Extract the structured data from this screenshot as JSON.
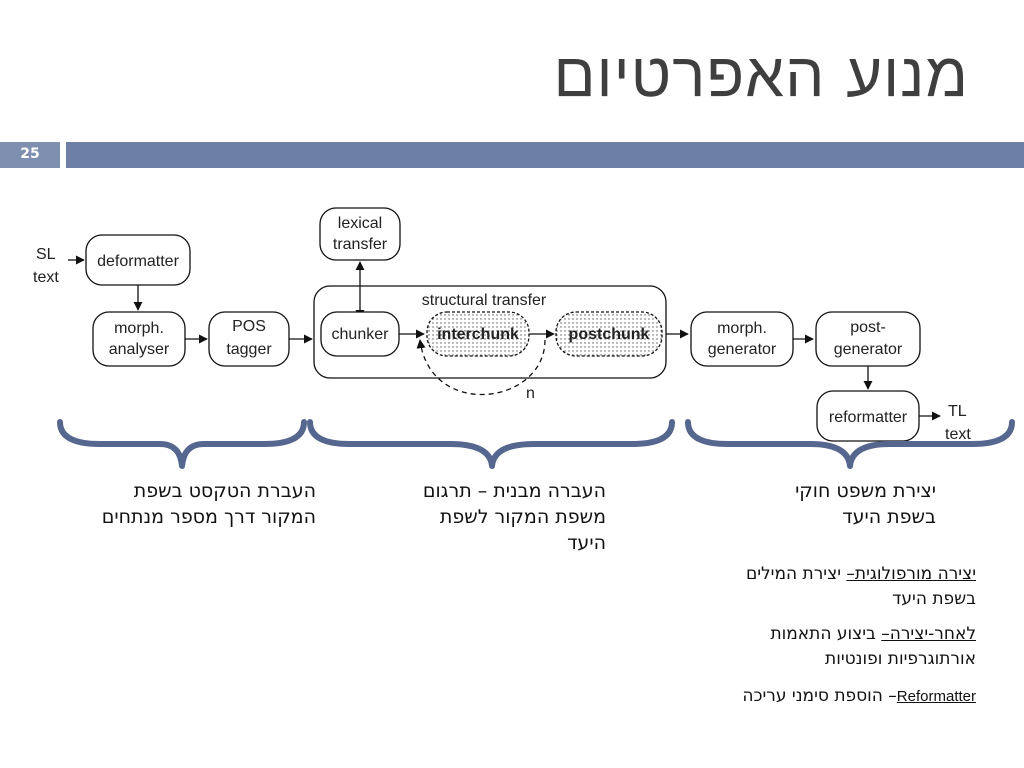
{
  "slide": {
    "title": "מנוע האפרטיום",
    "page_number": "25",
    "colors": {
      "bar": "#6e7fa6",
      "bar_number": "#7f8fb0",
      "brace": "#56678f"
    }
  },
  "diagram": {
    "sl_text_1": "SL",
    "sl_text_2": "text",
    "deformatter": "deformatter",
    "morph_analyser_1": "morph.",
    "morph_analyser_2": "analyser",
    "pos_tagger_1": "POS",
    "pos_tagger_2": "tagger",
    "lexical_transfer_1": "lexical",
    "lexical_transfer_2": "transfer",
    "structural_transfer": "structural transfer",
    "chunker": "chunker",
    "interchunk": "interchunk",
    "postchunk": "postchunk",
    "loop_label": "n",
    "morph_generator_1": "morph.",
    "morph_generator_2": "generator",
    "post_generator_1": "post-",
    "post_generator_2": "generator",
    "reformatter": "reformatter",
    "tl_text_1": "TL",
    "tl_text_2": "text"
  },
  "captions": {
    "left_1": "העברת הטקסט בשפת",
    "left_2": "המקור דרך מספר מנתחים",
    "middle_1": "העברה מבנית – תרגום",
    "middle_2": "משפת המקור לשפת",
    "middle_3": "היעד",
    "right_1": "יצירת משפט חוקי",
    "right_2": "בשפת היעד"
  },
  "notes": {
    "note1_term": "יצירה מורפולוגית–",
    "note1_desc_1": " יצירת המילים",
    "note1_desc_2": "בשפת היעד",
    "note2_term": "לאחר-יצירה–",
    "note2_desc_1": " ביצוע התאמות",
    "note2_desc_2": "אורתוגרפיות ופונטיות",
    "note3_term": "Reformatter",
    "note3_desc": "– הוספת סימני עריכה"
  }
}
